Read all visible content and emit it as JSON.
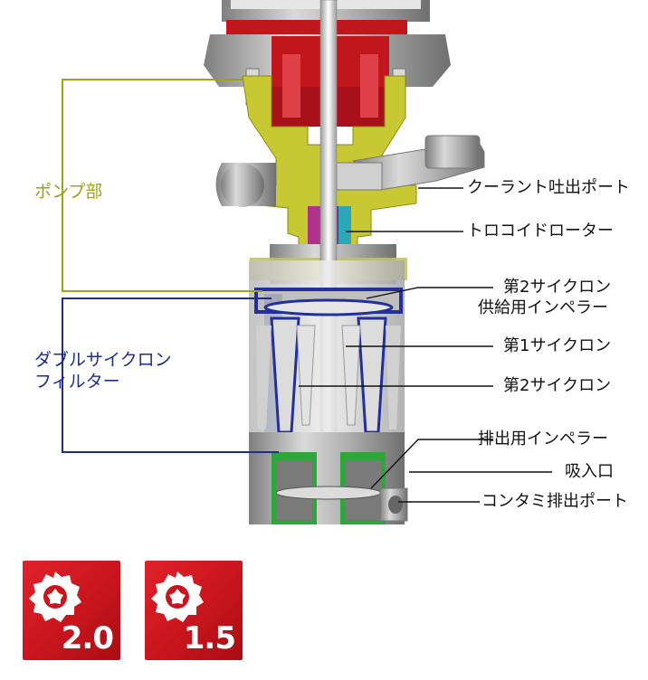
{
  "groups": {
    "pump": {
      "label": "ポンプ部",
      "color": "#9aa31a"
    },
    "filter": {
      "line1": "ダブルサイクロン",
      "line2": "フィルター",
      "color": "#1f2d8a"
    }
  },
  "callouts": [
    "クーラント吐出ポート",
    "トロコイドローター",
    "第2サイクロン",
    "供給用インペラー",
    "第1サイクロン",
    "第2サイクロン",
    "排出用インペラー",
    "吸入口",
    "コンタミ排出ポート"
  ],
  "badges": [
    {
      "value": "2.0",
      "icon": "trochoid-gear-icon",
      "color": "#d0161f"
    },
    {
      "value": "1.5",
      "icon": "trochoid-gear-icon",
      "color": "#d0161f"
    }
  ],
  "colors": {
    "pump_section": "#c8c832",
    "motor_section": "#c0161c",
    "impeller_outline": "#22309a",
    "discharge_section": "#2ea63a",
    "rotor_magenta": "#b0328a",
    "rotor_cyan": "#2aa8b8",
    "housing": "#b0b0b0"
  }
}
